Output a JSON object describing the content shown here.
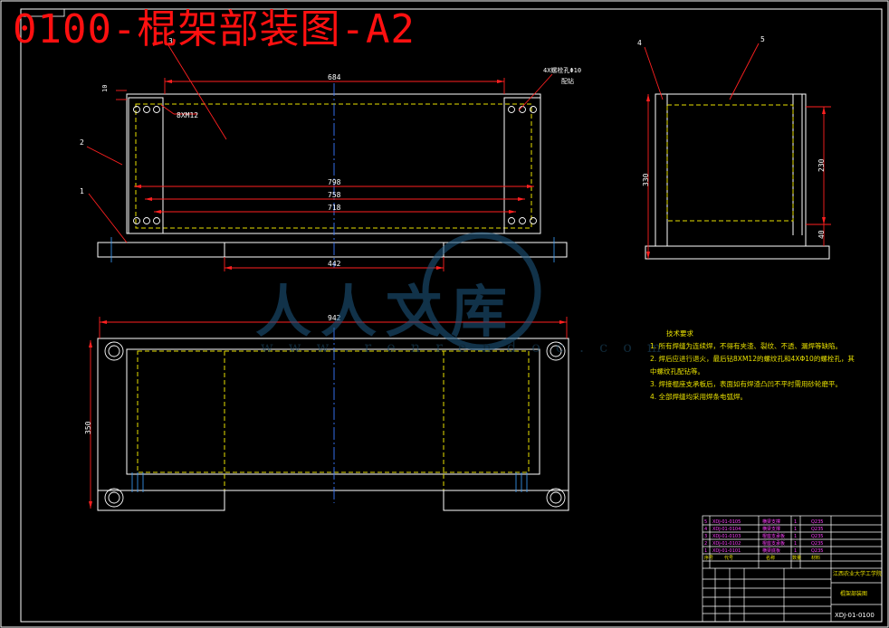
{
  "title": "0100-棍架部装图-A2",
  "watermark": {
    "text": "人人文库",
    "url": "w w w . r e n r e n d o c . c o m"
  },
  "dimensions": {
    "top_width": "684",
    "bolt_note": "8XM12",
    "hole_note": "4X螺栓孔Φ10",
    "hole_note2": "配钻",
    "gap_10": "10",
    "d798": "798",
    "d758": "758",
    "d718": "718",
    "d442": "442",
    "d942": "942",
    "d350": "350",
    "side_330": "330",
    "side_230": "230",
    "side_40": "40"
  },
  "balloons": {
    "b1": "1",
    "b2": "2",
    "b3": "3",
    "b4": "4",
    "b5": "5"
  },
  "notes": {
    "heading": "技术要求",
    "items": [
      "1. 所有焊缝为连续焊，不得有夹渣、裂纹、不透、漏焊等缺陷。",
      "2. 焊后应进行退火，最后钻8XM12的螺纹孔和4XΦ10的螺栓孔，其",
      "中螺纹孔配钻等。",
      "3. 焊接棍座支承板后，表面如有焊渣凸凹不平时需用砂轮磨平。",
      "4. 全部焊缝均采用焊条电弧焊。"
    ]
  },
  "title_block": {
    "parts": [
      {
        "no": "5",
        "code": "XDJ-01-0105",
        "name": "横梁支撑",
        "qty": "1",
        "mat": "Q235"
      },
      {
        "no": "4",
        "code": "XDJ-01-0104",
        "name": "横梁支撑",
        "qty": "1",
        "mat": "Q235"
      },
      {
        "no": "3",
        "code": "XDJ-01-0103",
        "name": "棍座支承板",
        "qty": "1",
        "mat": "Q235"
      },
      {
        "no": "2",
        "code": "XDJ-01-0102",
        "name": "棍座支承板",
        "qty": "1",
        "mat": "Q235"
      },
      {
        "no": "1",
        "code": "XDJ-01-0101",
        "name": "横梁底板",
        "qty": "1",
        "mat": "Q235"
      }
    ],
    "header": [
      "序号",
      "代号",
      "名称",
      "数量",
      "材料"
    ],
    "school": "江西农业大学工学院",
    "drawing_name": "棍架部装图",
    "drawing_code": "XDJ-01-0100"
  }
}
